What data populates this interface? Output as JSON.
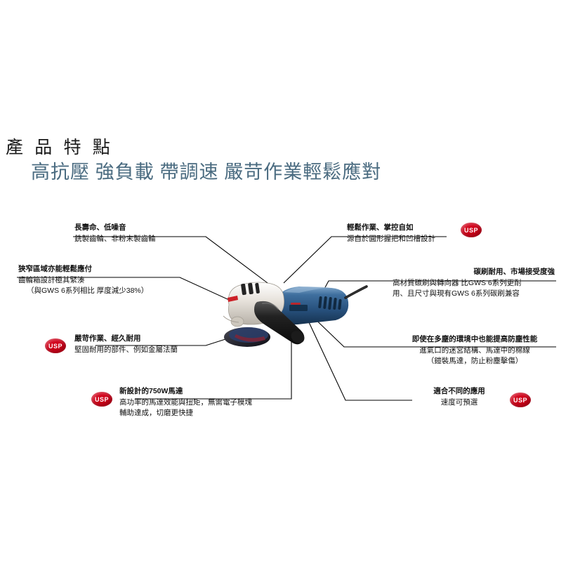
{
  "heading": {
    "title": "產 品 特 點",
    "subtitle": "高抗壓 強負載 帶調速 嚴苛作業輕鬆應對",
    "title_color": "#1a1a1a",
    "subtitle_color": "#4a6b80"
  },
  "badge": {
    "label": "USP",
    "color": "#d10019"
  },
  "callouts": [
    {
      "id": "gear-life",
      "head": "長壽命、低噪音",
      "body": "銑製齒輪、非粉末製齒輪",
      "body2": "",
      "has_usp": false
    },
    {
      "id": "easy-handling",
      "head": "輕鬆作業、掌控自如",
      "body": "源自於圓形握把和凹槽設計",
      "body2": "",
      "has_usp": true
    },
    {
      "id": "compact-gearbox",
      "head": "狹窄區域亦能輕鬆應付",
      "body": "齒輪箱設計極其緊湊",
      "body2": "（與GWS 6系列相比 厚度減少38%）",
      "has_usp": false
    },
    {
      "id": "carbon-brush",
      "head": "碳刷耐用、市場接受度強",
      "body": "高材質碳刷與轉向器 比GWS 6系列更耐",
      "body2": "用、且尺寸與現有GWS 6系列碳刷兼容",
      "has_usp": false
    },
    {
      "id": "durable-parts",
      "head": "嚴苛作業、經久耐用",
      "body": "堅固耐用的部件、例如金屬法蘭",
      "body2": "",
      "has_usp": true
    },
    {
      "id": "dust-protection",
      "head": "即使在多塵的環境中也能提高防塵性能",
      "body": "進氣口的迷宮結構、馬達中的棉線",
      "body2": "（鎧裝馬達，防止粉塵擊傷）",
      "has_usp": false
    },
    {
      "id": "motor-750w",
      "head": "新設計的750W馬達",
      "body": "高功率的馬達效能與扭矩，無需電子模塊",
      "body2": "輔助達成，切磨更快捷",
      "has_usp": true
    },
    {
      "id": "speed-preselect",
      "head": "適合不同的應用",
      "body": "速度可預選",
      "body2": "",
      "has_usp": true
    }
  ],
  "product": {
    "name": "angle-grinder",
    "body_color": "#2f5d8a",
    "gearbox_color": "#ded9d2",
    "handle_color": "#1c1c1c",
    "accent_color": "#c8262b"
  }
}
